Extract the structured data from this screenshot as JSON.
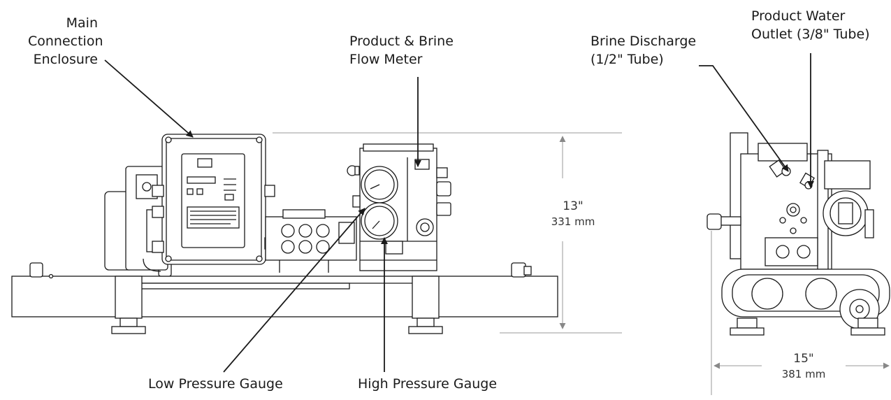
{
  "labels": {
    "main_connection": [
      "Main",
      "Connection",
      "Enclosure"
    ],
    "flow_meter": [
      "Product & Brine",
      "Flow Meter"
    ],
    "brine_discharge": [
      "Brine Discharge",
      "(1/2\" Tube)"
    ],
    "product_outlet": [
      "Product Water",
      "Outlet (3/8\" Tube)"
    ],
    "low_pressure": "Low Pressure Gauge",
    "high_pressure": "High Pressure Gauge"
  },
  "dimensions": {
    "height": {
      "imperial": "13\"",
      "metric": "331 mm"
    },
    "depth": {
      "imperial": "15\"",
      "metric": "381 mm"
    }
  },
  "colors": {
    "line": "#1a1a1a",
    "dimension": "#999999"
  }
}
